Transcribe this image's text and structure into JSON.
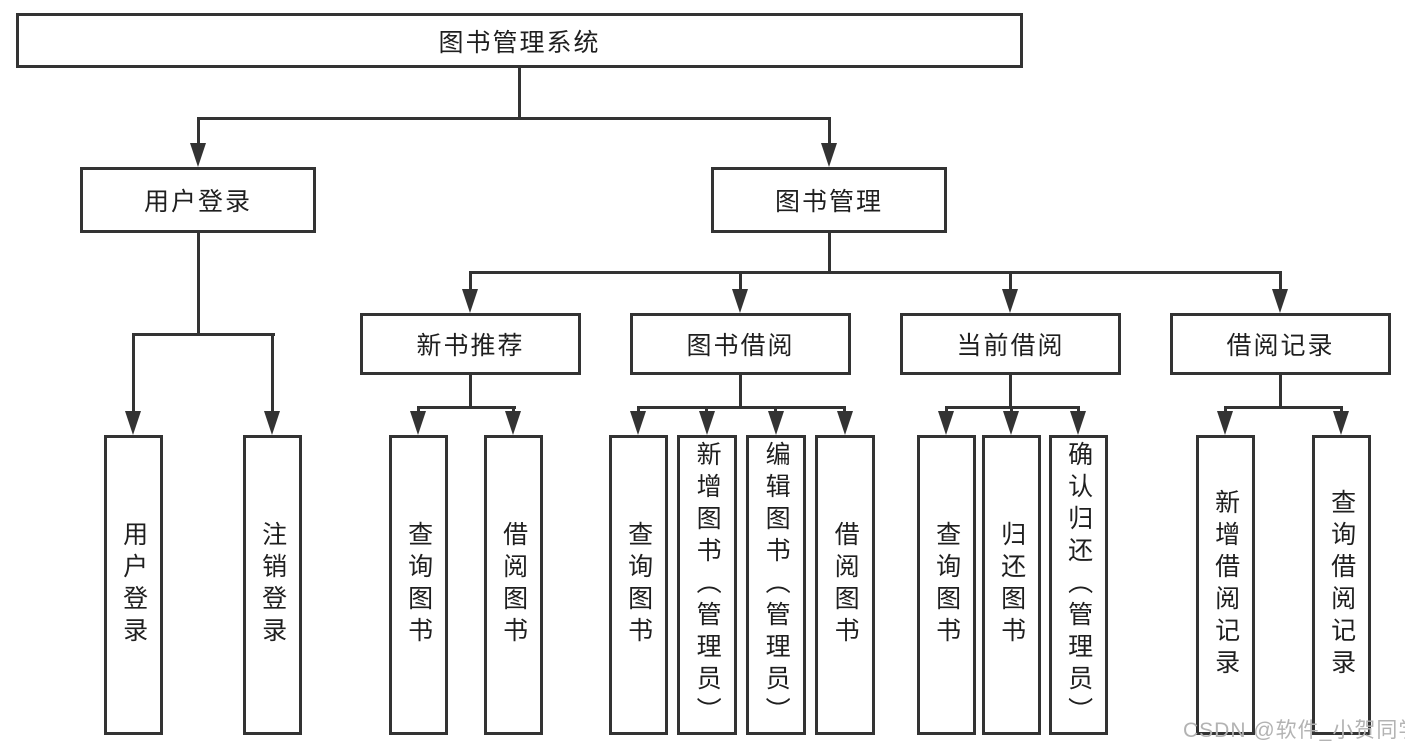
{
  "diagram": {
    "root": {
      "label": "图书管理系统"
    },
    "user_login": {
      "label": "用户登录",
      "children": [
        "用户登录",
        "注销登录"
      ]
    },
    "book_mgmt": {
      "label": "图书管理",
      "sections": [
        {
          "label": "新书推荐",
          "children": [
            "查询图书",
            "借阅图书"
          ]
        },
        {
          "label": "图书借阅",
          "children": [
            "查询图书",
            "新增图书（管理员）",
            "编辑图书（管理员）",
            "借阅图书"
          ]
        },
        {
          "label": "当前借阅",
          "children": [
            "查询图书",
            "归还图书",
            "确认归还（管理员）"
          ]
        },
        {
          "label": "借阅记录",
          "children": [
            "新增借阅记录",
            "查询借阅记录"
          ]
        }
      ]
    }
  },
  "watermark": "CSDN @软件_小贺同学",
  "colors": {
    "line": "#333333",
    "text": "#1f1f1f",
    "watermark": "#b3b3b3",
    "background": "#ffffff"
  }
}
